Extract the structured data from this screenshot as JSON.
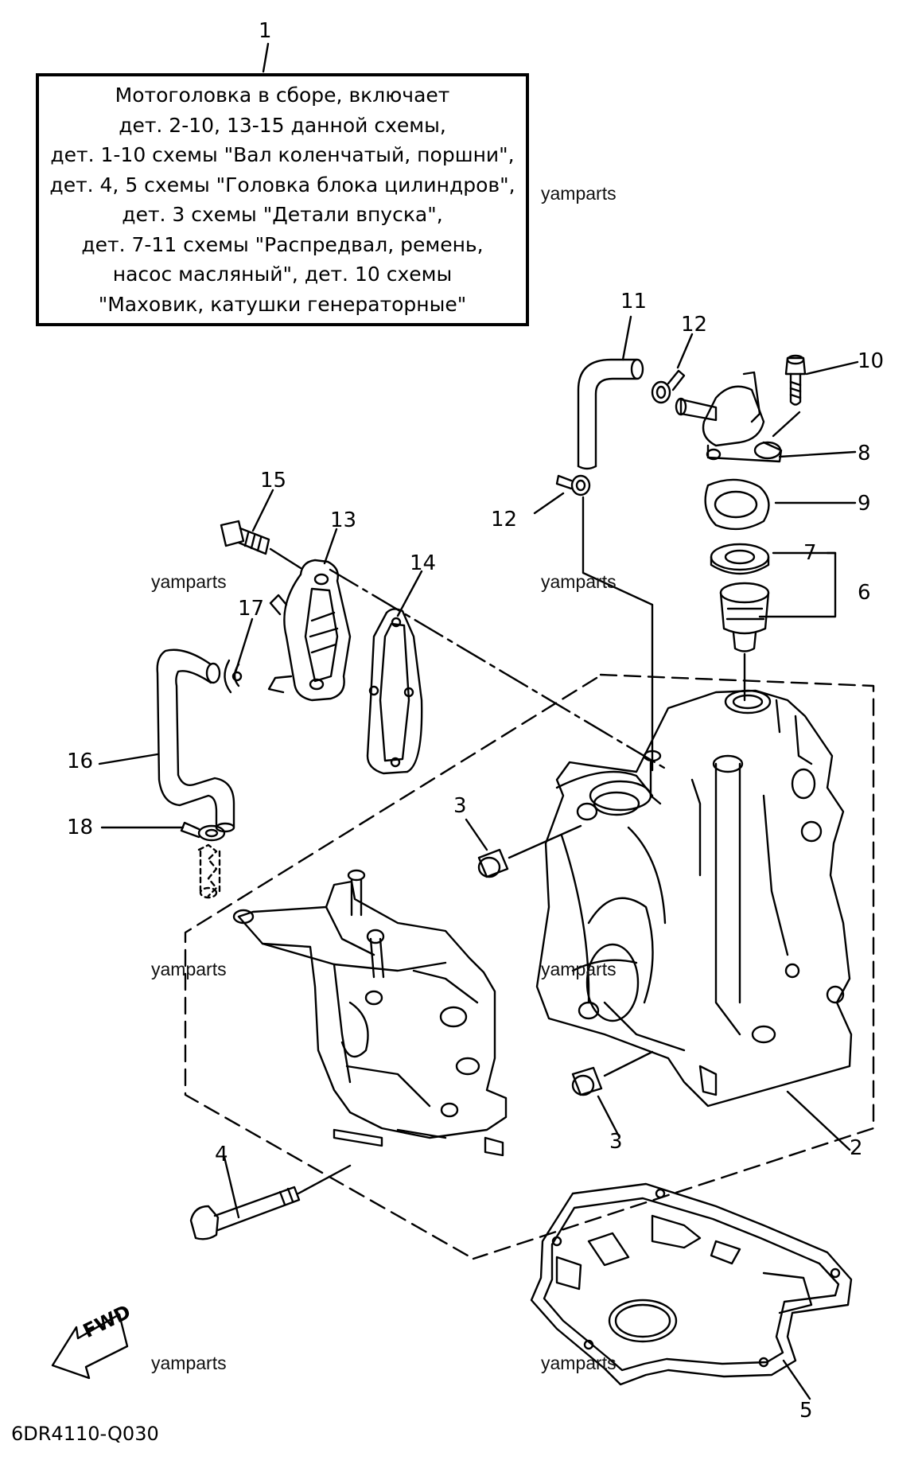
{
  "callout": {
    "number": "1",
    "lines": [
      "Мотоголовка в сборе, включает",
      "дет. 2-10, 13-15 данной схемы,",
      "дет. 1-10 схемы \"Вал коленчатый, поршни\",",
      "дет. 4, 5 схемы \"Головка блока цилиндров\",",
      "дет. 3 схемы \"Детали впуска\",",
      "дет. 7-11 схемы \"Распредвал, ремень,",
      "насос масляный\", дет. 10 схемы",
      "\"Маховик, катушки генераторные\""
    ]
  },
  "parts": [
    {
      "id": "p11",
      "label": "11"
    },
    {
      "id": "p12a",
      "label": "12"
    },
    {
      "id": "p10",
      "label": "10"
    },
    {
      "id": "p8",
      "label": "8"
    },
    {
      "id": "p12b",
      "label": "12"
    },
    {
      "id": "p9",
      "label": "9"
    },
    {
      "id": "p15",
      "label": "15"
    },
    {
      "id": "p13",
      "label": "13"
    },
    {
      "id": "p7",
      "label": "7"
    },
    {
      "id": "p14",
      "label": "14"
    },
    {
      "id": "p6",
      "label": "6"
    },
    {
      "id": "p17",
      "label": "17"
    },
    {
      "id": "p16",
      "label": "16"
    },
    {
      "id": "p3a",
      "label": "3"
    },
    {
      "id": "p18",
      "label": "18"
    },
    {
      "id": "p2",
      "label": "2"
    },
    {
      "id": "p3b",
      "label": "3"
    },
    {
      "id": "p4",
      "label": "4"
    },
    {
      "id": "p5",
      "label": "5"
    }
  ],
  "watermark": "yamparts",
  "fwd_label": "FWD",
  "diagram_code": "6DR4110-Q030"
}
